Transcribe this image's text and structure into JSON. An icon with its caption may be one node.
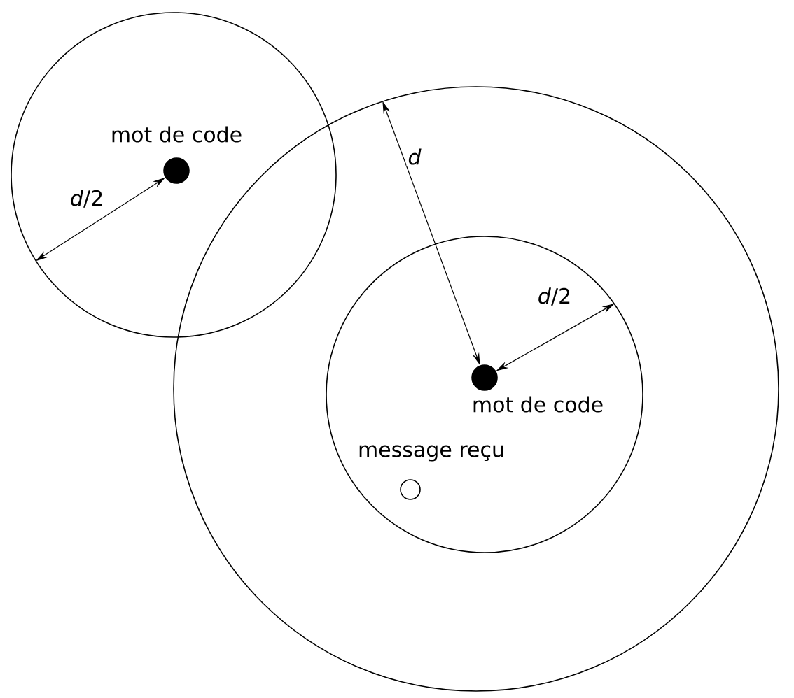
{
  "diagram": {
    "nodes": [
      {
        "text": [],
        "shape": "circle"
      },
      {
        "text": [],
        "shape": "circle"
      },
      {
        "text": [],
        "shape": "circle",
        "in": 0
      },
      {
        "text": [],
        "shape": "dot",
        "beside": [
          "mot de code"
        ],
        "in": 1
      },
      {
        "text": [],
        "shape": "dot",
        "beside": [
          "mot de code"
        ],
        "in": 2
      },
      {
        "text": [],
        "shape": "circle",
        "beside": [
          "message reçu"
        ],
        "in": 2
      }
    ],
    "edges": [
      {
        "from": 3,
        "to": 1,
        "arrow": "both",
        "label": "*d*/2"
      },
      {
        "from": 0,
        "to": 4,
        "arrow": "both",
        "label": "d"
      },
      {
        "from": 4,
        "to": 2,
        "arrow": "both",
        "label": "*d*/2"
      }
    ]
  }
}
